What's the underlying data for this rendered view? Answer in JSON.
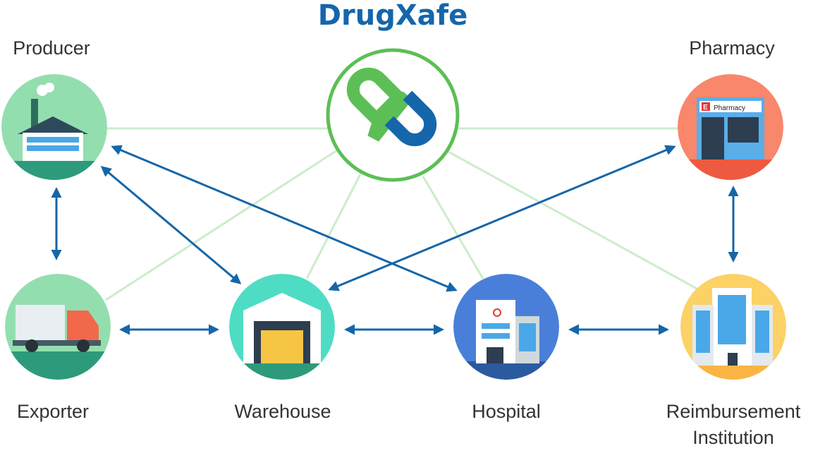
{
  "title": "DrugXafe",
  "colors": {
    "brand_blue": "#1566ab",
    "brand_green": "#5cbf55",
    "connector_green": "#cdeccb",
    "arrow_blue": "#1566a8"
  },
  "logo": {
    "icon": "capsule-check-logo-icon"
  },
  "nodes": {
    "producer": {
      "label": "Producer",
      "icon": "factory-icon"
    },
    "pharmacy": {
      "label": "Pharmacy",
      "icon": "pharmacy-store-icon",
      "sign_text": "Pharmacy",
      "sign_letter": "E"
    },
    "exporter": {
      "label": "Exporter",
      "icon": "truck-icon"
    },
    "warehouse": {
      "label": "Warehouse",
      "icon": "warehouse-icon"
    },
    "hospital": {
      "label": "Hospital",
      "icon": "hospital-icon"
    },
    "reimbursement": {
      "label_line1": "Reimbursement",
      "label_line2": "Institution",
      "icon": "office-building-icon"
    }
  },
  "connections": {
    "platform_links": [
      "producer",
      "pharmacy",
      "exporter",
      "warehouse",
      "hospital",
      "reimbursement"
    ],
    "bidirectional": [
      [
        "producer",
        "exporter"
      ],
      [
        "pharmacy",
        "reimbursement"
      ],
      [
        "exporter",
        "warehouse"
      ],
      [
        "warehouse",
        "hospital"
      ],
      [
        "hospital",
        "reimbursement"
      ],
      [
        "producer",
        "warehouse"
      ],
      [
        "producer",
        "hospital"
      ],
      [
        "pharmacy",
        "warehouse"
      ]
    ]
  }
}
